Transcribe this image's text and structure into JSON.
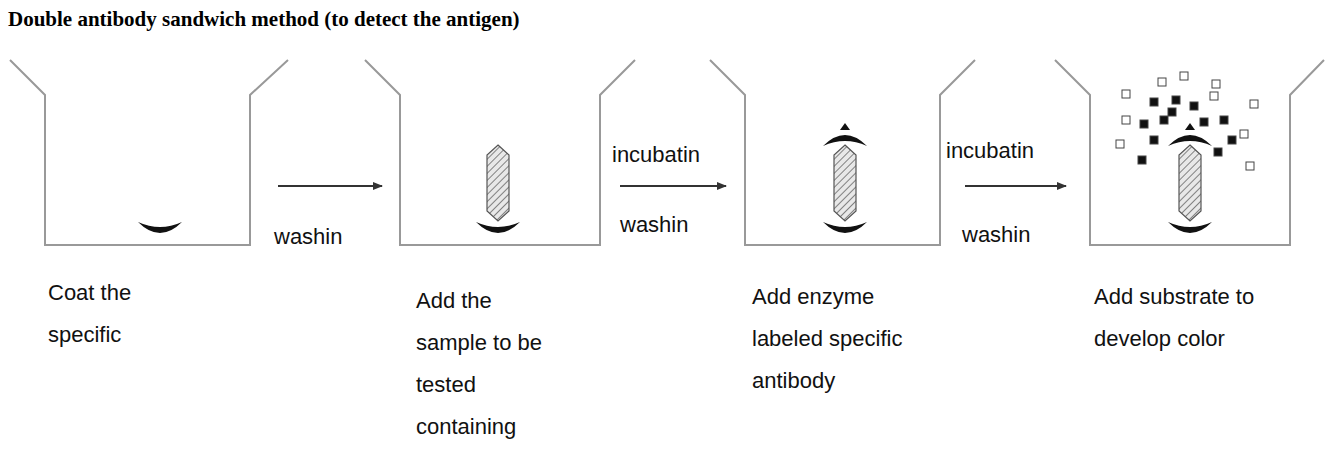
{
  "diagram": {
    "title": "Double antibody sandwich method (to detect the antigen)",
    "labels": [
      "washin",
      "incubatin",
      "washin",
      "incubatin",
      "washin",
      "Coat the specific",
      "Add the sample to be tested containing",
      "Add enzyme labeled specific antibody",
      "Add substrate to develop color"
    ]
  }
}
